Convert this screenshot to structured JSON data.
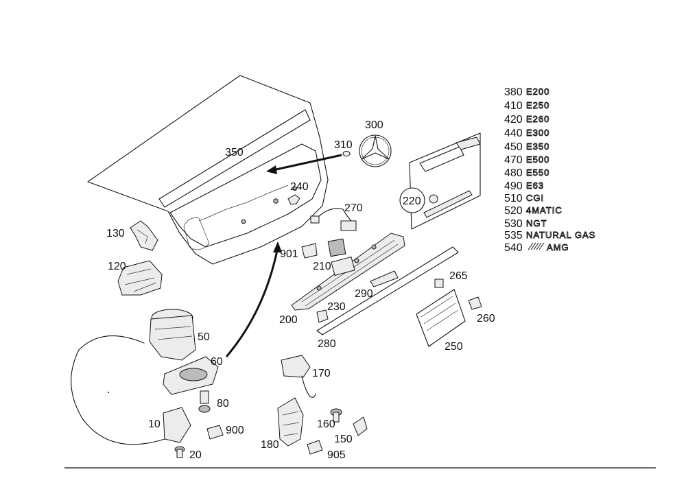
{
  "callouts": {
    "c350": "350",
    "c310": "310",
    "c300": "300",
    "c240": "240",
    "c270": "270",
    "c220": "220",
    "c130": "130",
    "c120": "120",
    "c901": "901",
    "c210": "210",
    "c290": "290",
    "c265": "265",
    "c230": "230",
    "c260": "260",
    "c200": "200",
    "c280": "280",
    "c250": "250",
    "c50": "50",
    "c60": "60",
    "c170": "170",
    "c80": "80",
    "c10": "10",
    "c900": "900",
    "c20": "20",
    "c160": "160",
    "c150": "150",
    "c180": "180",
    "c905": "905"
  },
  "badges": [
    {
      "code": "380",
      "text": "E200"
    },
    {
      "code": "410",
      "text": "E250"
    },
    {
      "code": "420",
      "text": "E260"
    },
    {
      "code": "440",
      "text": "E300"
    },
    {
      "code": "450",
      "text": "E350"
    },
    {
      "code": "470",
      "text": "E500"
    },
    {
      "code": "480",
      "text": "E550"
    },
    {
      "code": "490",
      "text": "E63"
    },
    {
      "code": "510",
      "text": "CGI"
    },
    {
      "code": "520",
      "text": "4MATIC"
    },
    {
      "code": "530",
      "text": "NGT"
    },
    {
      "code": "535",
      "text": "NATURAL GAS"
    },
    {
      "code": "540",
      "text": "AMG"
    }
  ]
}
